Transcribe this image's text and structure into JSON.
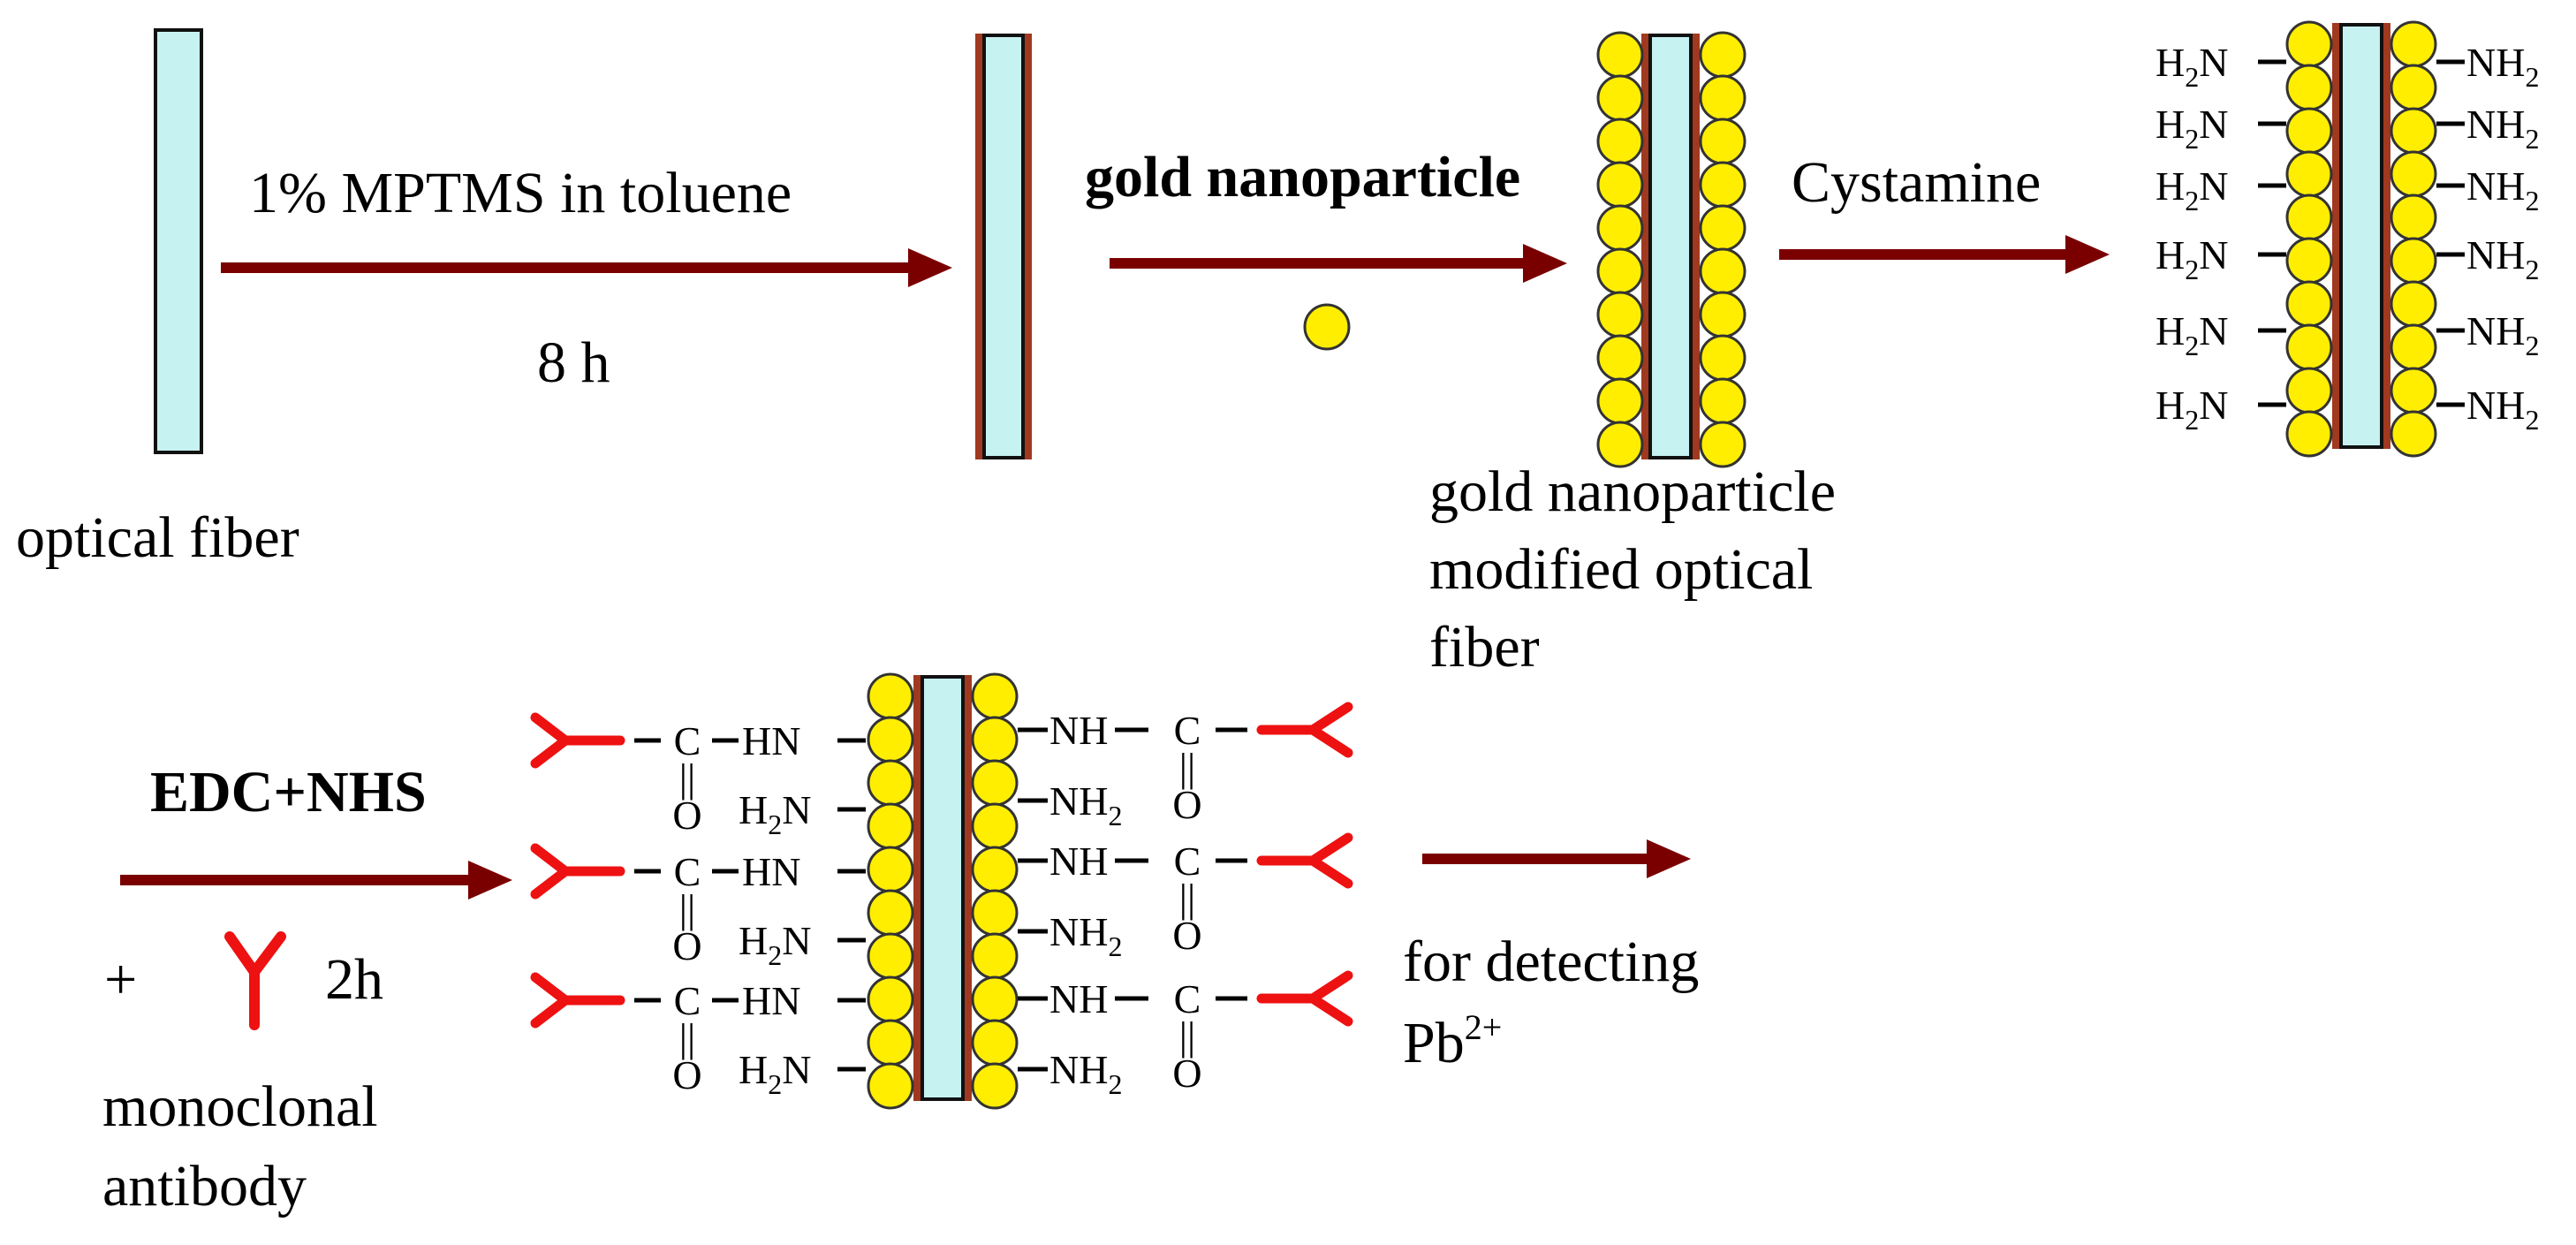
{
  "colors": {
    "fiber_fill": "#c6f2f2",
    "fiber_stroke": "#111111",
    "coating": "#a0391f",
    "arrow": "#7a0000",
    "gold_fill": "#ffee00",
    "gold_stroke": "#333333",
    "antibody": "#ee1111"
  },
  "icons": [
    "gold-nanoparticle-icon",
    "antibody-icon",
    "arrow-icon",
    "optical-fiber-icon"
  ],
  "steps": {
    "fiber_label": "optical fiber",
    "step1_reagent": "1% MPTMS in toluene",
    "step1_time": "8 h",
    "step2_reagent": "gold nanoparticle",
    "gold_modified_label": [
      "gold nanoparticle",
      "modified optical",
      "fiber"
    ],
    "step3_reagent": "Cystamine",
    "step4_reagent": "EDC+NHS",
    "plus": "+",
    "step4_time": "2h",
    "antibody_label": [
      "monoclonal",
      "antibody"
    ],
    "detect_label": "for detecting",
    "detect_ion": "Pb",
    "detect_ion_charge": "2+"
  },
  "chem": {
    "amine_left": "H",
    "amine_left_sub": "2",
    "amine_left_end": "N",
    "amine_right_start": "NH",
    "amine_right_sub": "2",
    "hn": "HN",
    "nh": "NH",
    "carbon": "C",
    "oxygen": "O",
    "double_bond": "||"
  }
}
